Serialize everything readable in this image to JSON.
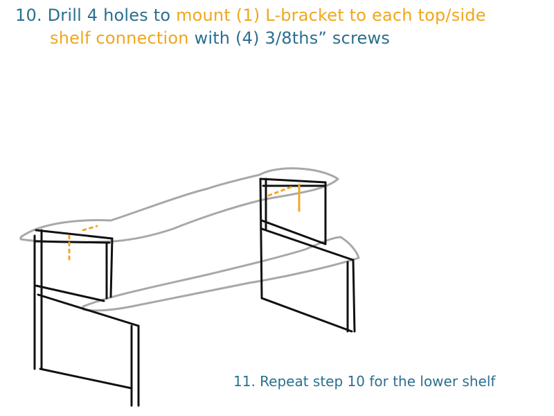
{
  "instructions": {
    "step10": {
      "part1": "10. Drill 4 holes to ",
      "part2": "mount (1) L-bracket to each top/side",
      "part3": "shelf connection",
      "part4": " with (4) 3/8ths” screws"
    },
    "step11": "11. Repeat step 10 for the lower shelf"
  },
  "colors": {
    "text_primary": "#2a6f8f",
    "text_highlight": "#f0a71c",
    "shelf_outline": "#a8a8a8",
    "side_panels": "#111111",
    "brackets": "#f5a623"
  }
}
